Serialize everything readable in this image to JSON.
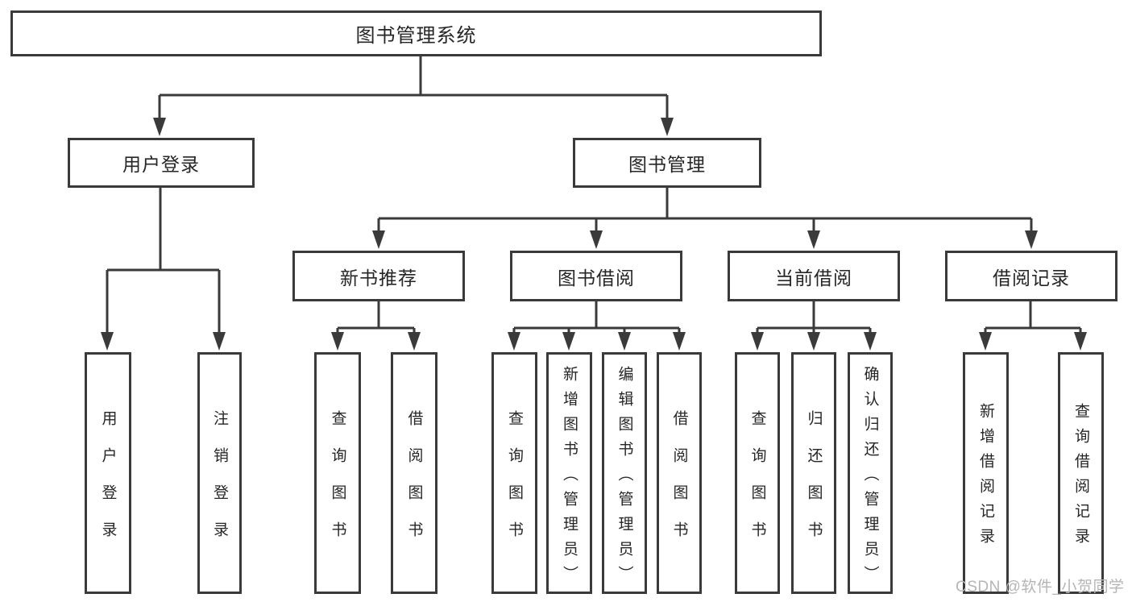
{
  "tree": {
    "root": {
      "label": "图书管理系统"
    },
    "branches": [
      {
        "label": "用户登录",
        "children": [
          {
            "label": "用户登录"
          },
          {
            "label": "注销登录"
          }
        ]
      },
      {
        "label": "图书管理",
        "children": [
          {
            "label": "新书推荐",
            "children": [
              {
                "label": "查询图书"
              },
              {
                "label": "借阅图书"
              }
            ]
          },
          {
            "label": "图书借阅",
            "children": [
              {
                "label": "查询图书"
              },
              {
                "label": "新增图书（管理员）"
              },
              {
                "label": "编辑图书（管理员）"
              },
              {
                "label": "借阅图书"
              }
            ]
          },
          {
            "label": "当前借阅",
            "children": [
              {
                "label": "查询图书"
              },
              {
                "label": "归还图书"
              },
              {
                "label": "确认归还（管理员）"
              }
            ]
          },
          {
            "label": "借阅记录",
            "children": [
              {
                "label": "新增借阅记录"
              },
              {
                "label": "查询借阅记录"
              }
            ]
          }
        ]
      }
    ]
  },
  "colors": {
    "line": "#3a3a3a",
    "text": "#262626",
    "watermark": "#b5b5b5",
    "background": "#ffffff"
  },
  "watermark": "CSDN @软件_小贺同学"
}
